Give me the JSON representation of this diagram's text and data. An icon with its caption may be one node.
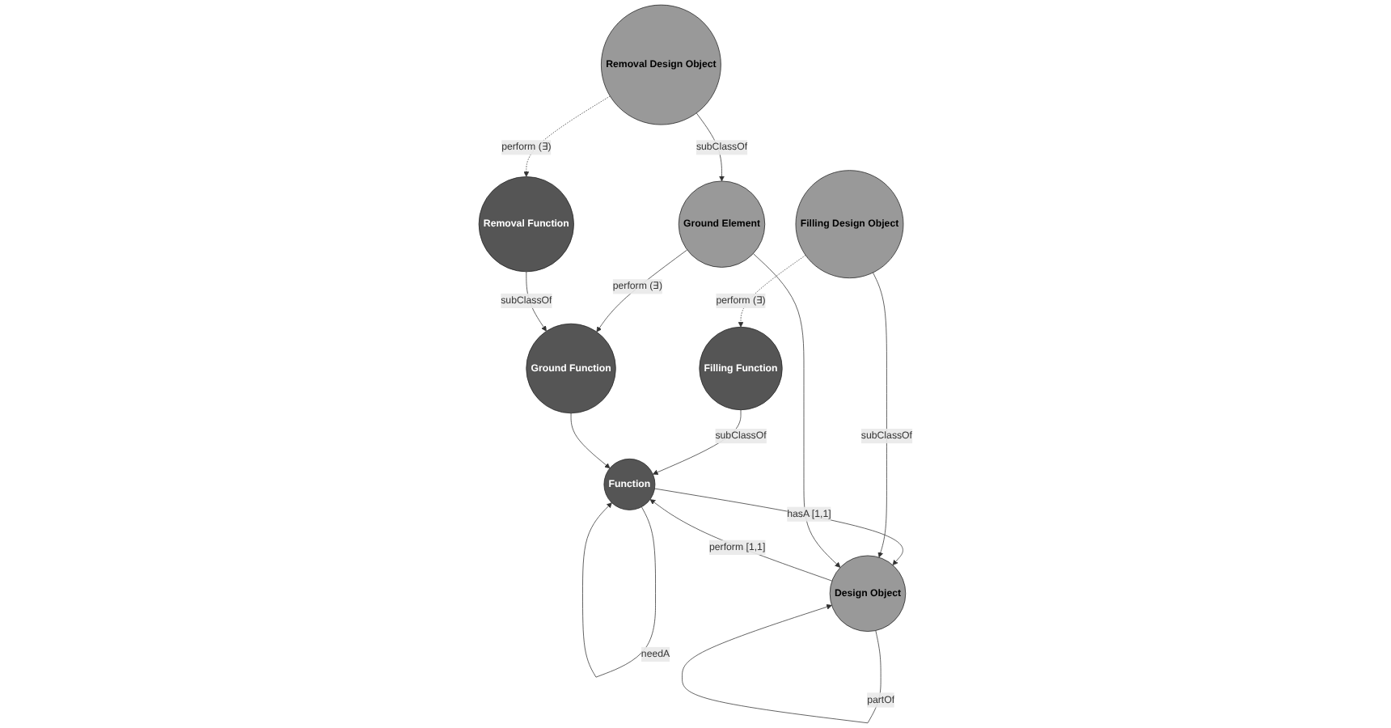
{
  "diagram": {
    "nodes": [
      {
        "text": [
          "Function"
        ]
      },
      {
        "text": [
          "Design Object"
        ]
      },
      {
        "text": [
          "Filling Function"
        ]
      },
      {
        "text": [
          "Filling Design Object"
        ]
      },
      {
        "text": [
          "Ground Function"
        ]
      },
      {
        "text": [
          "Ground Element"
        ]
      },
      {
        "text": [
          "Removal Function"
        ]
      },
      {
        "text": [
          "Removal Design Object"
        ]
      }
    ],
    "edges": [
      {
        "from": 0,
        "to": 0,
        "arrow": "to",
        "label": "needA"
      },
      {
        "from": 0,
        "to": 1,
        "arrow": "to",
        "label": "hasA [1,1]"
      },
      {
        "from": 1,
        "to": 1,
        "arrow": "to",
        "label": "partOf"
      },
      {
        "from": 1,
        "to": 0,
        "arrow": "to",
        "label": "perform [1,1]"
      },
      {
        "from": 2,
        "to": 0,
        "arrow": "to",
        "label": "subClassOf"
      },
      {
        "from": 4,
        "to": 0,
        "arrow": "to"
      },
      {
        "from": 3,
        "to": 1,
        "arrow": "to",
        "label": "subClassOf"
      },
      {
        "from": 5,
        "to": 1,
        "arrow": "to"
      },
      {
        "from": 3,
        "to": 2,
        "arrow": "to",
        "label": "perform (∃)",
        "style": "dashed"
      },
      {
        "from": 5,
        "to": 4,
        "arrow": "to",
        "label": "perform (∃)"
      },
      {
        "from": 6,
        "to": 4,
        "arrow": "to",
        "label": "subClassOf"
      },
      {
        "from": 7,
        "to": 5,
        "arrow": "to",
        "label": "subClassOf"
      },
      {
        "from": 7,
        "to": 6,
        "arrow": "to",
        "label": "perform (∃)",
        "style": "dashed"
      }
    ]
  }
}
